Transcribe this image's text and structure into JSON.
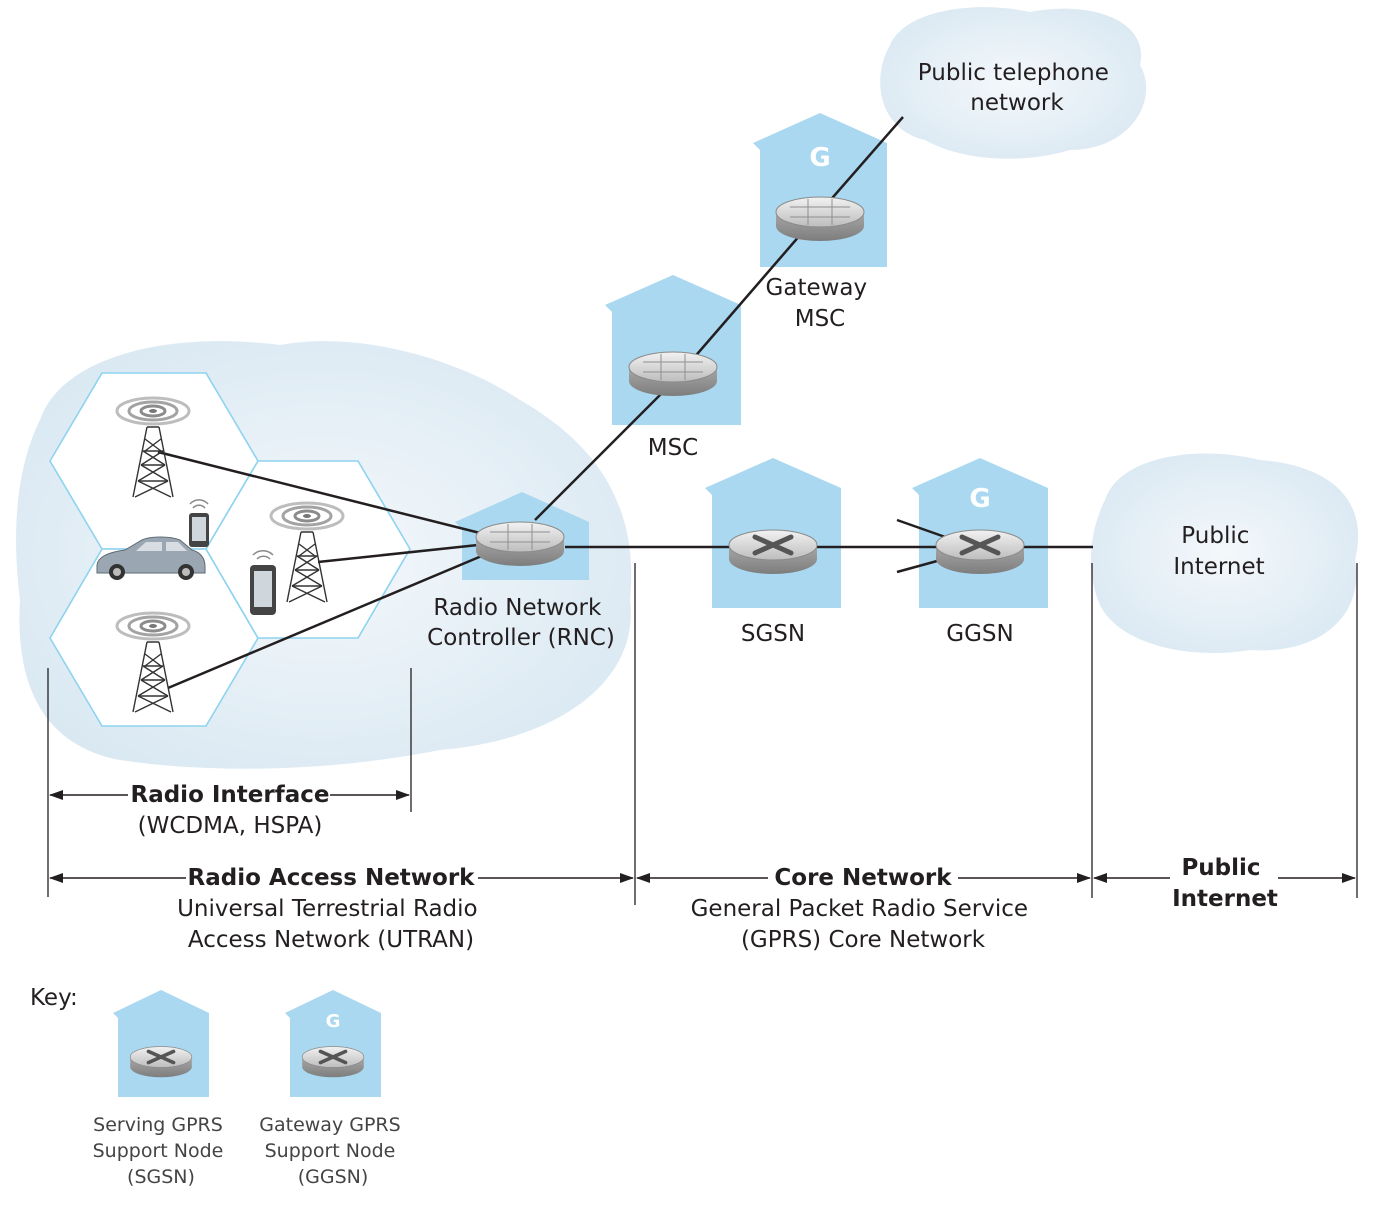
{
  "labels": {
    "public_telephone_network": [
      "Public telephone",
      "network"
    ],
    "gateway_msc": [
      "Gateway",
      "MSC"
    ],
    "msc": "MSC",
    "rnc": [
      "Radio Network",
      "Controller (RNC)"
    ],
    "sgsn": "SGSN",
    "ggsn": "GGSN",
    "public_internet_cloud": [
      "Public",
      "Internet"
    ]
  },
  "spans": {
    "radio_interface": {
      "title": "Radio Interface",
      "subtitle": "(WCDMA, HSPA)"
    },
    "radio_access_network": {
      "title": "Radio Access Network",
      "subtitle": [
        "Universal Terrestrial Radio",
        "Access Network (UTRAN)"
      ]
    },
    "core_network": {
      "title": "Core Network",
      "subtitle": [
        "General Packet Radio Service",
        "(GPRS) Core Network"
      ]
    },
    "public_internet": {
      "title": [
        "Public",
        "Internet"
      ]
    }
  },
  "key": {
    "title": "Key:",
    "sgsn": [
      "Serving GPRS",
      "Support Node",
      "(SGSN)"
    ],
    "ggsn": [
      "Gateway GPRS",
      "Support Node",
      "(GGSN)"
    ]
  },
  "gateway_letter": "G",
  "colors": {
    "house_fill": "#a9d8f0",
    "cloud_fill": "#e8f1f7",
    "cell_border": "#8dd3ef",
    "router_gray": "#c9c9c9"
  },
  "icons": [
    "cell-tower-icon",
    "router-icon",
    "switch-icon",
    "car-icon",
    "phone-icon",
    "house-icon",
    "cloud-icon"
  ]
}
